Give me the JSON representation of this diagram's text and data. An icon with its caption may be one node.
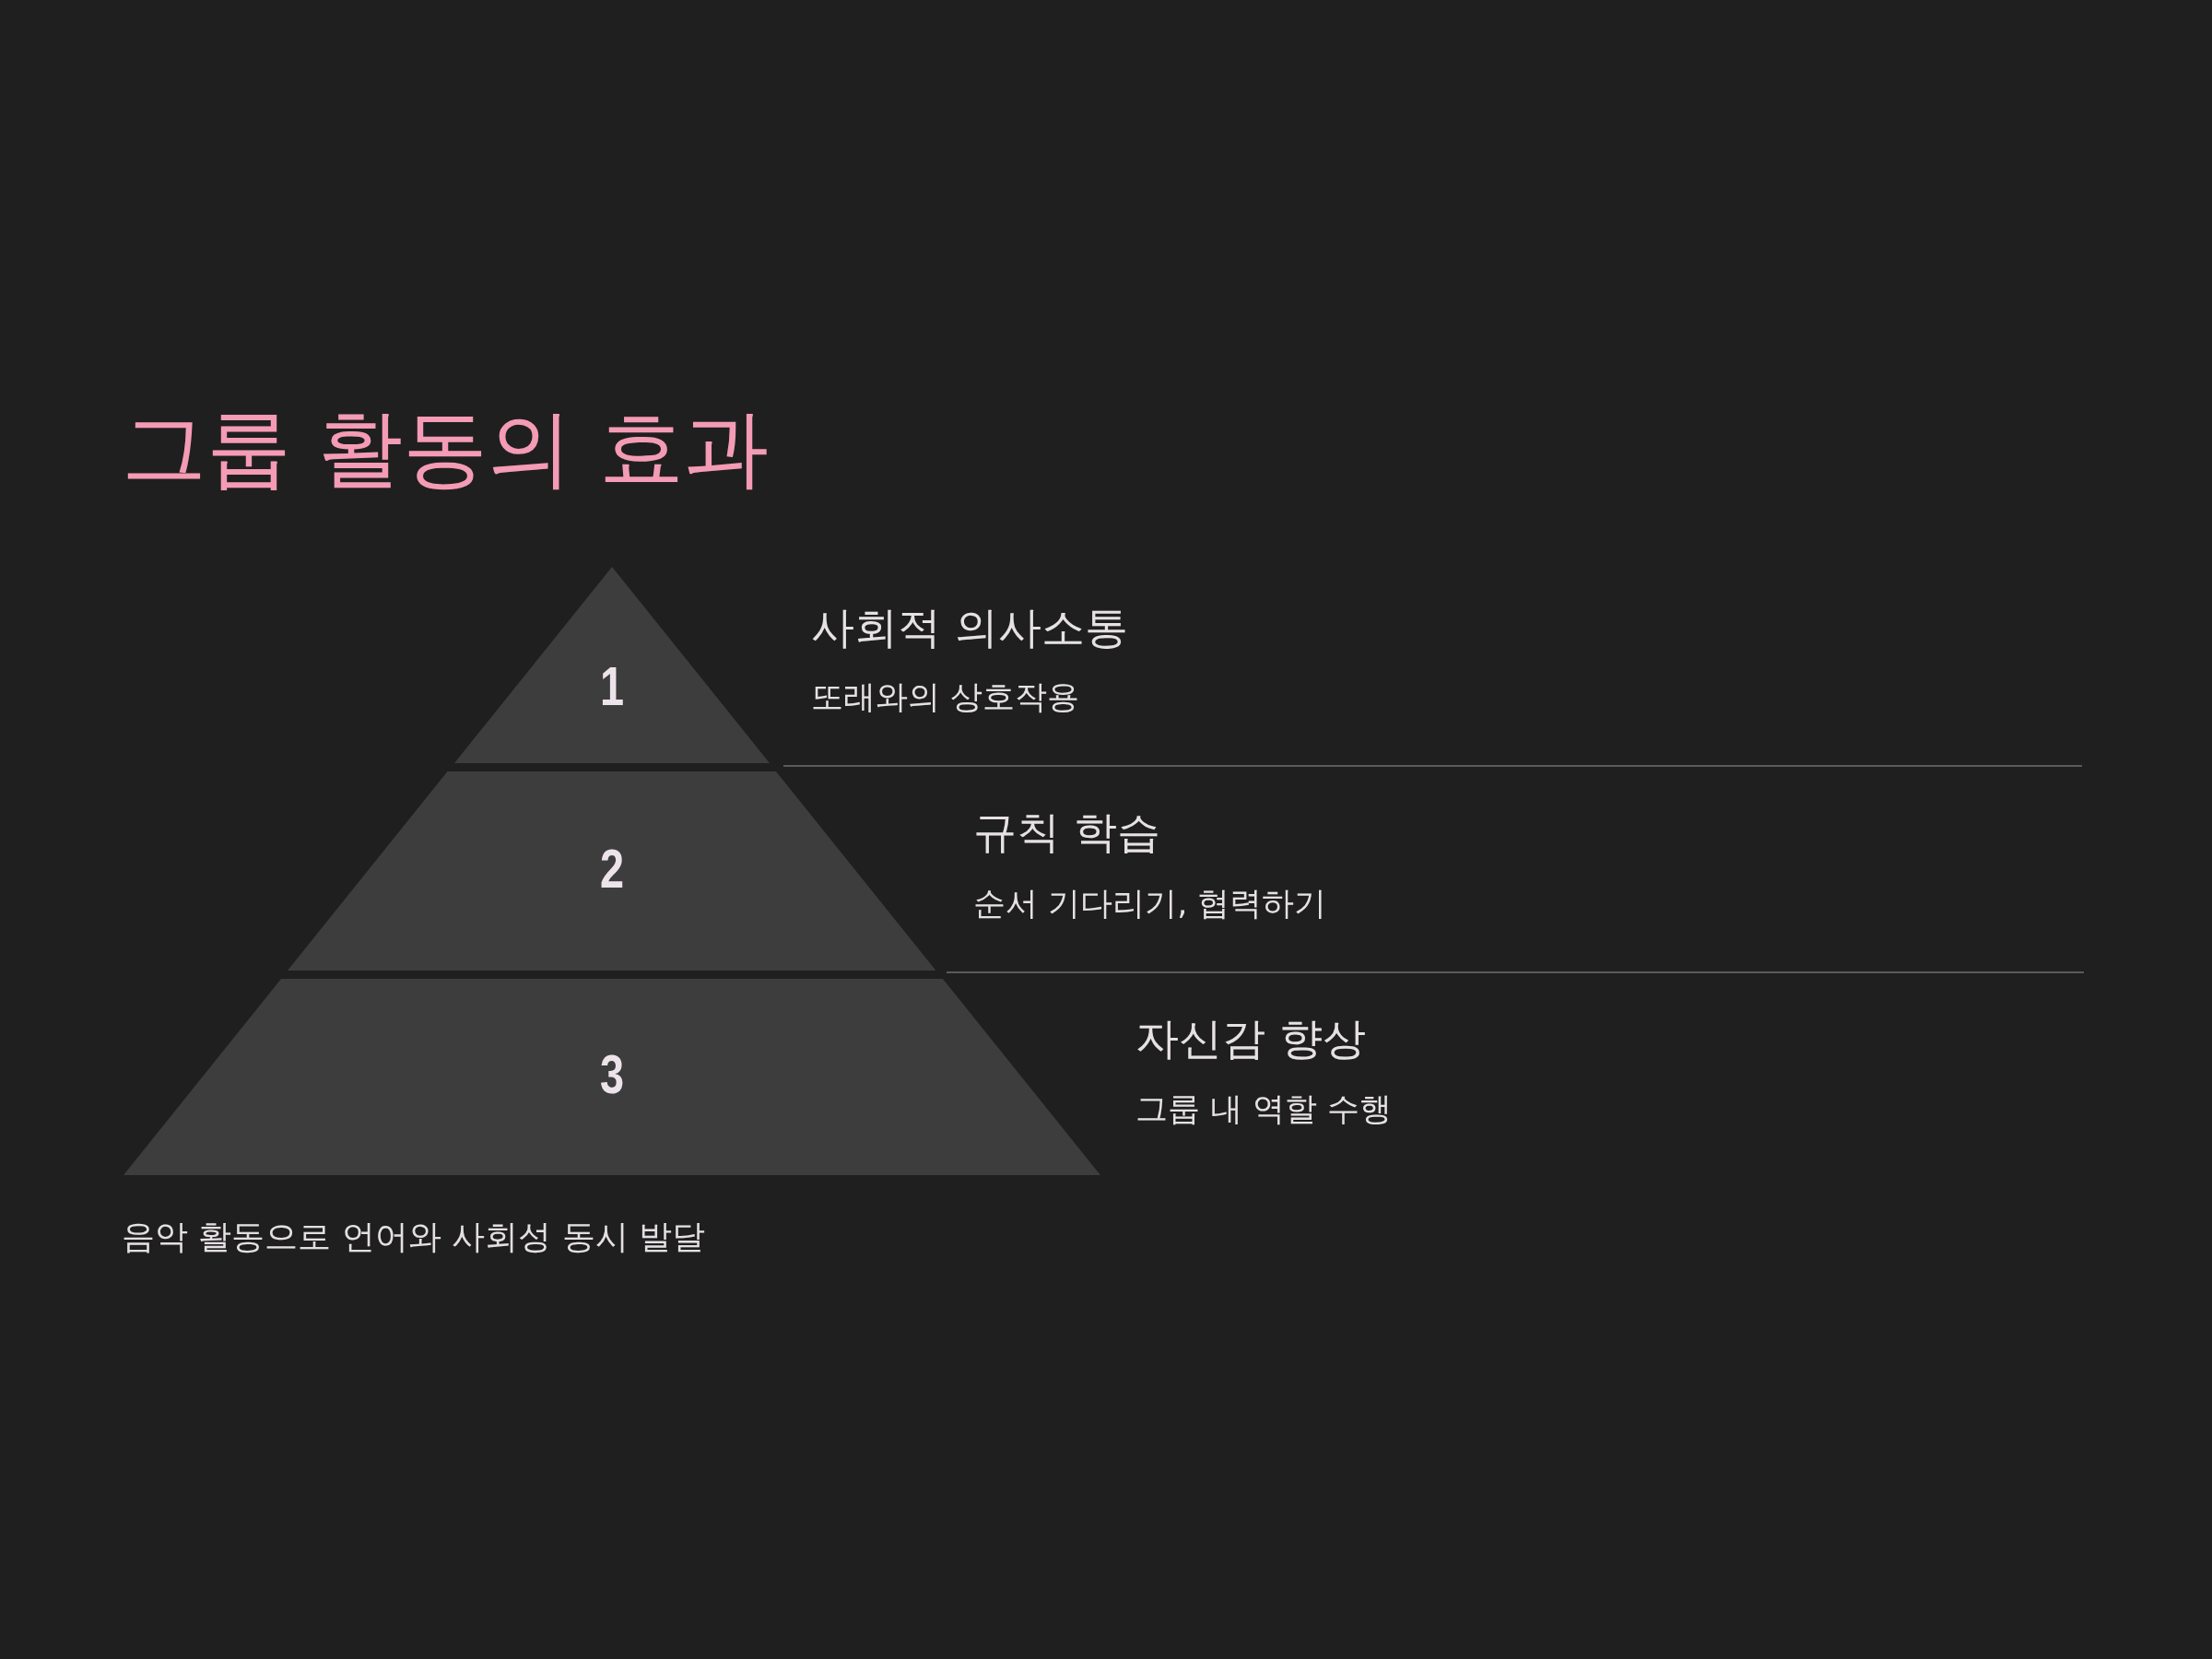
{
  "diagram": {
    "title": "그룹 활동의 효과",
    "caption": "음악 활동으로 언어와 사회성 동시 발달",
    "nodes": [
      {
        "text": [
          "1"
        ],
        "beside": [
          "사회적 의사소통",
          "또래와의 상호작용"
        ]
      },
      {
        "text": [
          "2"
        ],
        "beside": [
          "규칙 학습",
          "순서 기다리기, 협력하기"
        ]
      },
      {
        "text": [
          "3"
        ],
        "beside": [
          "자신감 향상",
          "그룹 내 역할 수행"
        ]
      }
    ]
  }
}
